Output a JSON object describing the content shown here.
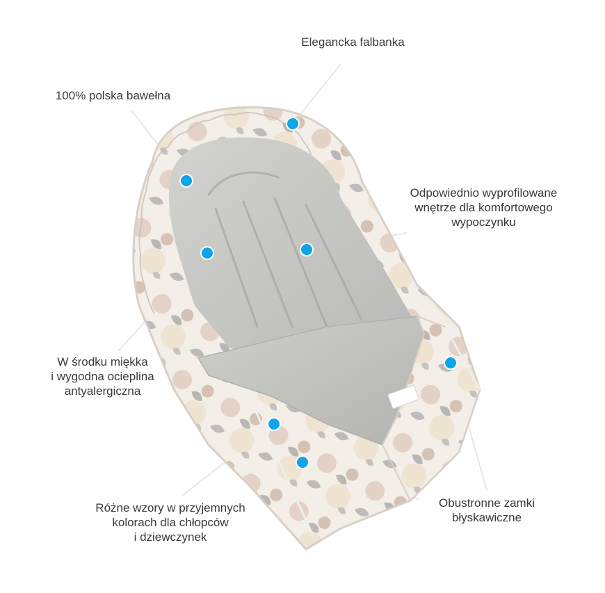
{
  "labels": {
    "ruffle": "Elegancka falbanka",
    "cotton": "100% polska bawełna",
    "profiled": "Odpowiednio wyprofilowane\nwnętrze dla komfortowego\nwypoczynku",
    "filling": "W środku miękka\ni wygodna ocieplina\nantyalergiczna",
    "patterns": "Różne wzory w przyjemnych\nkolorach dla chłopców\ni dziewczynek",
    "zippers": "Obustronne zamki\nbłyskawiczne"
  },
  "colors": {
    "marker": "#0ea4e8",
    "inner_fabric": "#c6c6c3",
    "inner_shadow": "#a9a9a6",
    "floral_base": "#f3eee8",
    "floral_pink": "#dcc3b8",
    "floral_grey": "#8e8e8e",
    "leader_line": "#e9e9e9",
    "text": "#3a3a3a"
  }
}
